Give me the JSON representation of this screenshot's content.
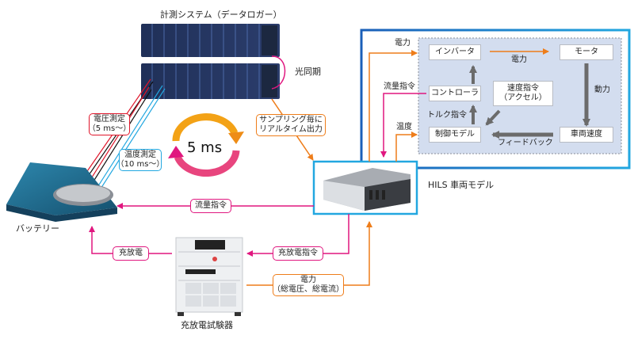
{
  "colors": {
    "power": "#ee7d1a",
    "command": "#e0177f",
    "voltage": "#e0162b",
    "temperature": "#22a7e0",
    "hils_frame": "#1a8fd8",
    "model_area": "#d3ddef",
    "internal_arrow": "#6b6b6b"
  },
  "logger": {
    "title": "計測システム（データロガー）",
    "sync_label": "光同期"
  },
  "battery": {
    "label": "バッテリー",
    "voltage_box": {
      "line1": "電圧測定",
      "line2": "（5 ms〜）"
    },
    "temperature_box": {
      "line1": "温度測定",
      "line2": "（10 ms〜）"
    }
  },
  "cycle": {
    "label": "5 ms"
  },
  "realtime_box": {
    "line1": "サンプリング毎に",
    "line2": "リアルタイム出力"
  },
  "hils": {
    "label": "HILS 車両モデル",
    "inputs": {
      "power": "電力",
      "flow_command": "流量指令",
      "temperature": "温度"
    },
    "nodes": {
      "inverter": "インバータ",
      "motor": "モータ",
      "controller": "コントローラ",
      "speed_command": {
        "line1": "速度指令",
        "line2": "（アクセル）"
      },
      "control_model": "制御モデル",
      "vehicle_speed": "車両速度"
    },
    "edges": {
      "inverter_motor": "電力",
      "motor_speed": "動力",
      "torque": "トルク指令",
      "feedback": "フィードバック"
    }
  },
  "tester": {
    "label": "充放電試験器"
  },
  "flows": {
    "flow_command": "流量指令",
    "charge_discharge": "充放電",
    "charge_discharge_command": "充放電指令",
    "power_report": {
      "line1": "電力",
      "line2": "（総電圧、総電流）"
    }
  }
}
